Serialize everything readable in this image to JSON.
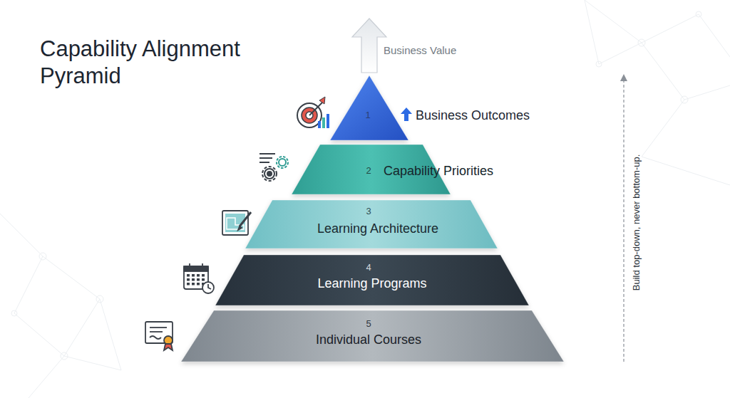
{
  "diagram": {
    "title": "Capability Alignment Pyramid",
    "nodes": [
      {
        "text": [
          "1",
          "Business Outcomes"
        ]
      },
      {
        "text": [
          "2",
          "Capability Priorities"
        ]
      },
      {
        "text": [
          "3",
          "Learning Architecture"
        ]
      },
      {
        "text": [
          "4",
          "Learning Programs"
        ]
      },
      {
        "text": [
          "5",
          "Individual Courses"
        ]
      }
    ],
    "labels": [
      "Business Value",
      "Build top-down, never bottom-up."
    ]
  }
}
